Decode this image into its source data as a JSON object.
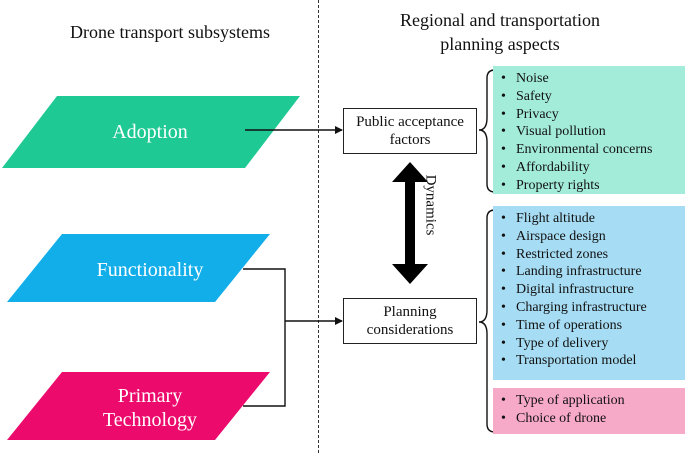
{
  "headers": {
    "left": "Drone transport subsystems",
    "right_line1": "Regional and transportation",
    "right_line2": "planning aspects"
  },
  "subsystems": {
    "adoption": {
      "label": "Adoption",
      "color": "#1fc993"
    },
    "functionality": {
      "label": "Functionality",
      "color": "#12aeea"
    },
    "primary_technology": {
      "line1": "Primary",
      "line2": "Technology",
      "color": "#ec0b6c"
    }
  },
  "boxes": {
    "public_acceptance": {
      "line1": "Public acceptance",
      "line2": "factors"
    },
    "planning": {
      "line1": "Planning",
      "line2": "considerations"
    }
  },
  "dynamics_label": "Dynamics",
  "panels": {
    "acceptance_factors": {
      "color": "#a3ecd9",
      "items": [
        "Noise",
        "Safety",
        "Privacy",
        "Visual pollution",
        "Environmental concerns",
        "Affordability",
        "Property rights"
      ]
    },
    "planning_considerations": {
      "color": "#a7ddf4",
      "items": [
        "Flight altitude",
        "Airspace design",
        "Restricted zones",
        "Landing infrastructure",
        "Digital infrastructure",
        "Charging infrastructure",
        "Time of operations",
        "Type of delivery",
        "Transportation model"
      ]
    },
    "application": {
      "color": "#f7a9c8",
      "items": [
        "Type of application",
        "Choice of drone"
      ]
    }
  }
}
